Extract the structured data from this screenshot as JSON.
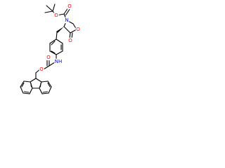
{
  "molecule": {
    "atoms": {
      "n_ring": "N",
      "o_boc_carbonyl": "O",
      "o_boc_ester": "O",
      "o_ring": "O",
      "o_ring_carbonyl": "O",
      "nh_amide": "NH",
      "o_fmoc_carbonyl": "O",
      "o_fmoc_ester": "O"
    },
    "colors": {
      "bond": "#000000",
      "nitrogen": "#0000ff",
      "oxygen": "#ff0000"
    }
  }
}
